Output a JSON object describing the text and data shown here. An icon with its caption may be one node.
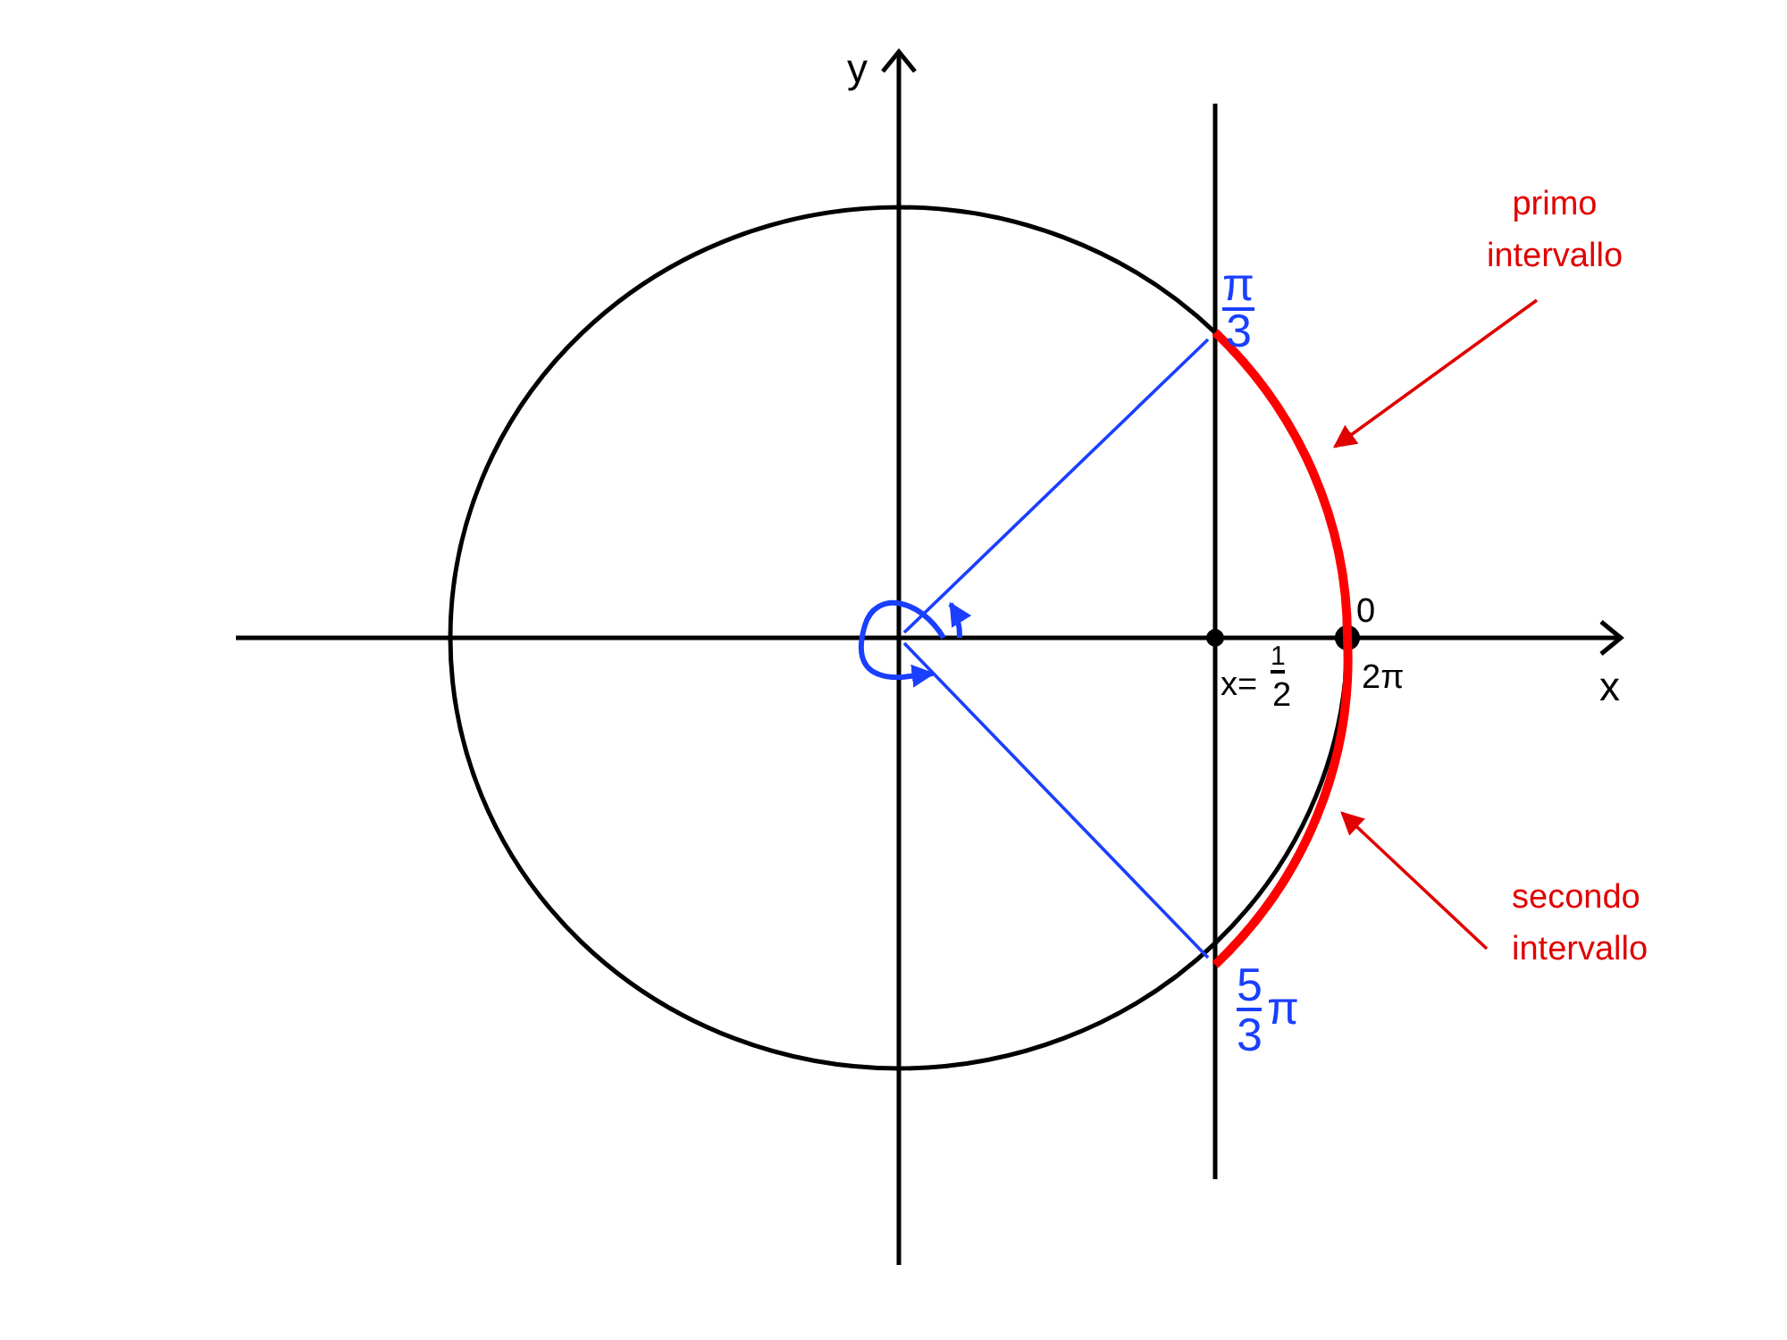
{
  "diagram": {
    "nodes": [
      {
        "text": [
          "primo intervallo"
        ]
      },
      {
        "text": [],
        "shape": "arc"
      },
      {
        "text": [
          "secondo intervallo"
        ]
      },
      {
        "text": [],
        "shape": "arc"
      }
    ],
    "edges": [
      {
        "from": 0,
        "to": 1,
        "arrow": "to"
      },
      {
        "from": 2,
        "to": 3,
        "arrow": "to"
      }
    ],
    "labels": [
      "y",
      "π",
      "3",
      "0",
      "x=",
      "1",
      "2π",
      "x",
      "2",
      "5",
      "3",
      "π"
    ]
  }
}
